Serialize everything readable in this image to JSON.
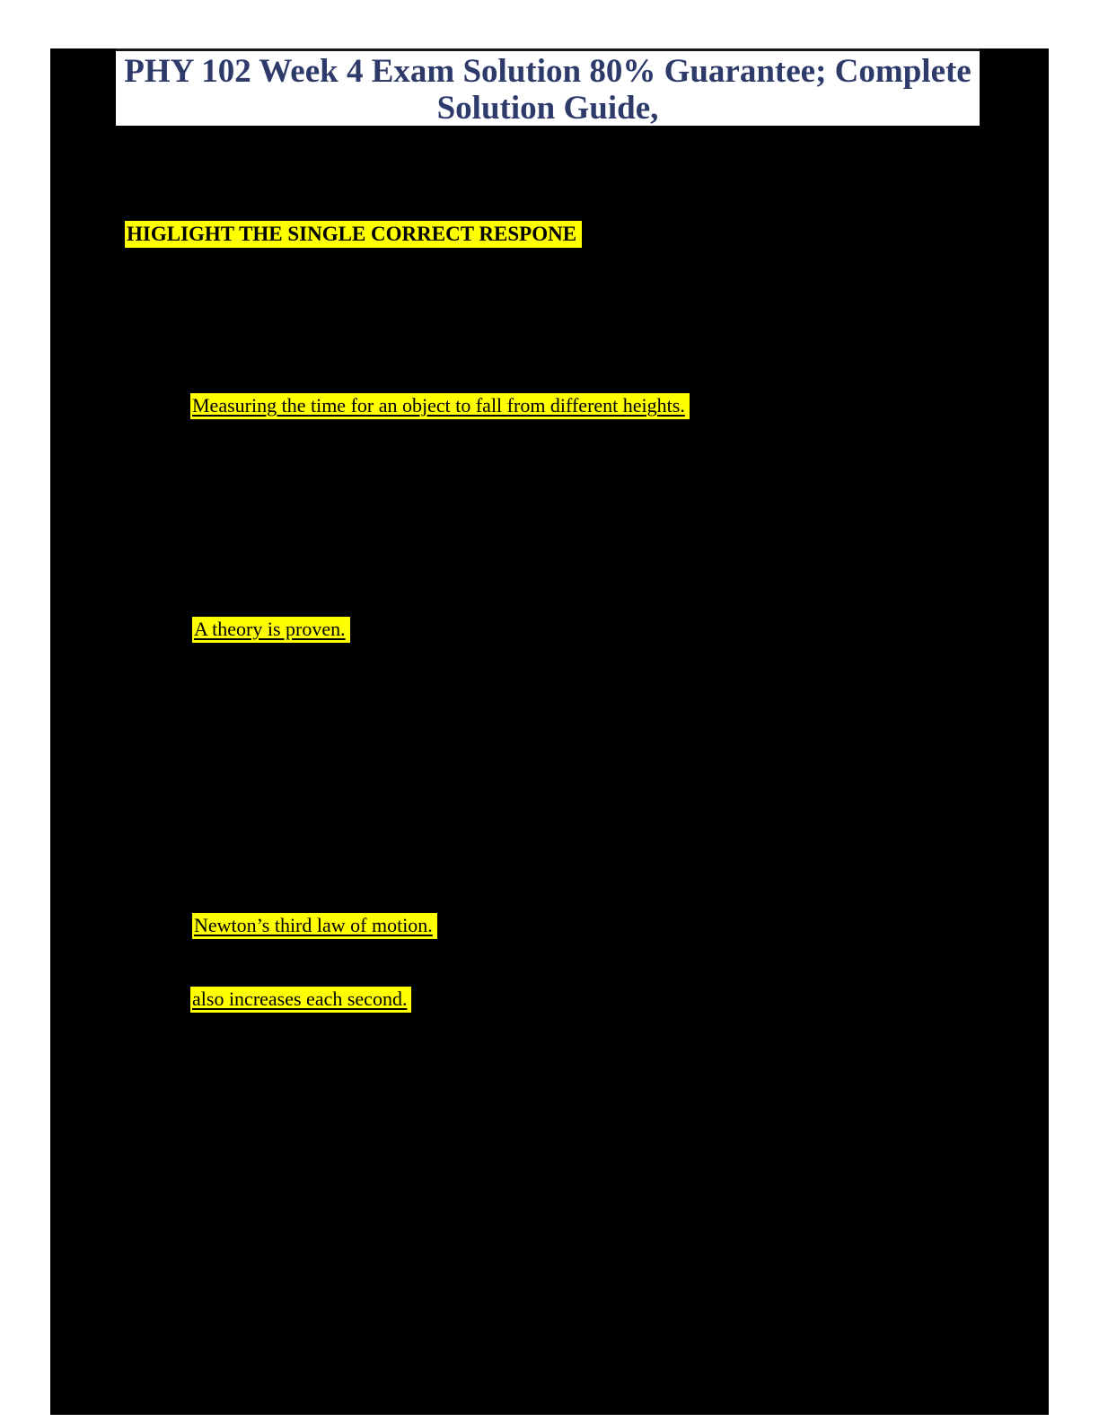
{
  "doc": {
    "title_line1": "PHY 102 Week 4 Exam Solution 80% Guarantee; Complete",
    "title_line2": "Solution Guide,",
    "header_highlight": "HIGLIGHT THE SINGLE CORRECT RESPONE",
    "answers": [
      {
        "text": "Measuring the time for an object to fall from different heights."
      },
      {
        "text": "A theory is proven."
      },
      {
        "text": "Newton’s third law of motion."
      },
      {
        "text": "also increases each second."
      }
    ],
    "colors": {
      "canvas_bg": "#ffffff",
      "page_bg": "#000000",
      "title_text": "#2d3a6a",
      "title_box_bg": "#ffffff",
      "title_box_border": "#151515",
      "highlight_bg": "#ffff00",
      "highlight_text": "#000000"
    }
  }
}
